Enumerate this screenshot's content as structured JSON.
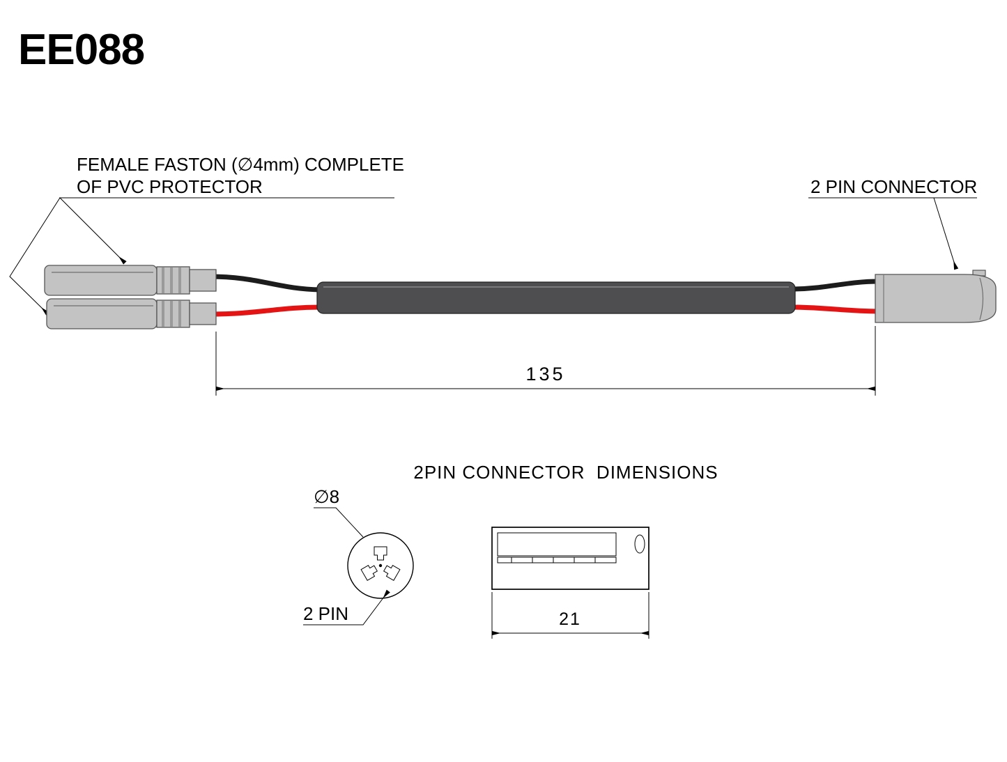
{
  "title": "EE088",
  "labels": {
    "faston_line1": "FEMALE FASTON (∅4mm) COMPLETE",
    "faston_line2": "OF PVC PROTECTOR",
    "pin_connector": "2 PIN CONNECTOR",
    "section_heading": "2PIN CONNECTOR  DIMENSIONS",
    "diameter": "∅8",
    "two_pin": "2 PIN"
  },
  "dimensions": {
    "cable_length": "135",
    "connector_length": "21"
  },
  "colors": {
    "wire_black": "#1c1c1c",
    "wire_red": "#e51414",
    "sleeve": "#4e4e50",
    "sleeve_highlight": "#7a7a7c",
    "connector_body": "#c3c3c3",
    "connector_stroke": "#555555",
    "outline": "#000000"
  }
}
